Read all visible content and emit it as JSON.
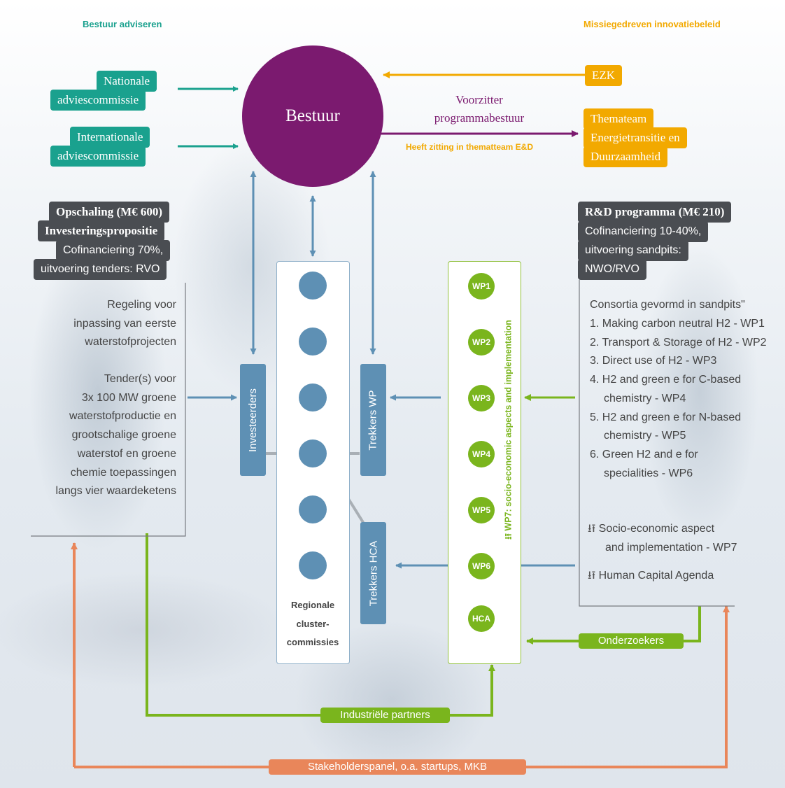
{
  "labels": {
    "bestuur_adviseren": "Bestuur adviseren",
    "missiegedreven": "Missiegedreven innovatiebeleid",
    "nationale": [
      "Nationale",
      "adviescommissie"
    ],
    "internationale": [
      "Internationale",
      "adviescommissie"
    ],
    "bestuur": "Bestuur",
    "ezk": "EZK",
    "voorzitter": [
      "Voorzitter",
      "programmabestuur"
    ],
    "zitting": "Heeft zitting in thematteam E&D",
    "thema": [
      "Themateam",
      "Energietransitie en",
      "Duurzaamheid"
    ]
  },
  "left_panel": {
    "title1": "Opschaling (M€ 600)",
    "title2": "Investeringspropositie",
    "sub1": "Cofinanciering 70%,",
    "sub2": "uitvoering tenders: RVO",
    "regeling": [
      "Regeling voor",
      "inpassing van eerste",
      "waterstofprojecten"
    ],
    "tender": [
      "Tender(s) voor",
      "3x 100 MW groene",
      "waterstofproductie en",
      "grootschalige groene",
      "waterstof en groene",
      "chemie toepassingen",
      "langs vier waardeketens"
    ]
  },
  "right_panel": {
    "title": "R&D programma (M€ 210)",
    "sub": [
      "Cofinanciering 10-40%,",
      "uitvoering sandpits:",
      "NWO/RVO"
    ],
    "consortia": "Consortia gevormd in sandpits\"",
    "items": [
      [
        "1. Making carbon neutral H2 - WP1"
      ],
      [
        "2. Transport & Storage of H2 - WP2"
      ],
      [
        "3. Direct use of H2 - WP3"
      ],
      [
        "4. H2 and green e for C-based",
        "chemistry - WP4"
      ],
      [
        "5. H2 and green e for N-based",
        "chemistry - WP5"
      ],
      [
        "6. Green H2 and e for",
        "specialities - WP6"
      ]
    ],
    "extra1": [
      "Socio-economic aspect",
      "and implementation - WP7"
    ],
    "extra2": "Human Capital Agenda",
    "extra_icon": "sort-arrows-icon"
  },
  "center": {
    "investeerders": "Investeerders",
    "trekkers_wp": "Trekkers WP",
    "trekkers_hca": "Trekkers HCA",
    "regionale": [
      "Regionale",
      "cluster-",
      "commissies"
    ],
    "wp7": "WP7: socio-economic aspects and implementation",
    "wp_circles": [
      "WP1",
      "WP2",
      "WP3",
      "WP4",
      "WP5",
      "WP6",
      "HCA"
    ]
  },
  "bottom": {
    "onderzoekers": "Onderzoekers",
    "industriele": "Industriële partners",
    "stakeholders": "Stakeholderspanel, o.a. startups, MKB"
  },
  "colors": {
    "teal": "#1aa18e",
    "purple": "#7b1a6f",
    "orange": "#f2a900",
    "blue": "#5e90b4",
    "green": "#7ab51d",
    "salmon": "#e9865a",
    "dark": "#4a4d52"
  }
}
